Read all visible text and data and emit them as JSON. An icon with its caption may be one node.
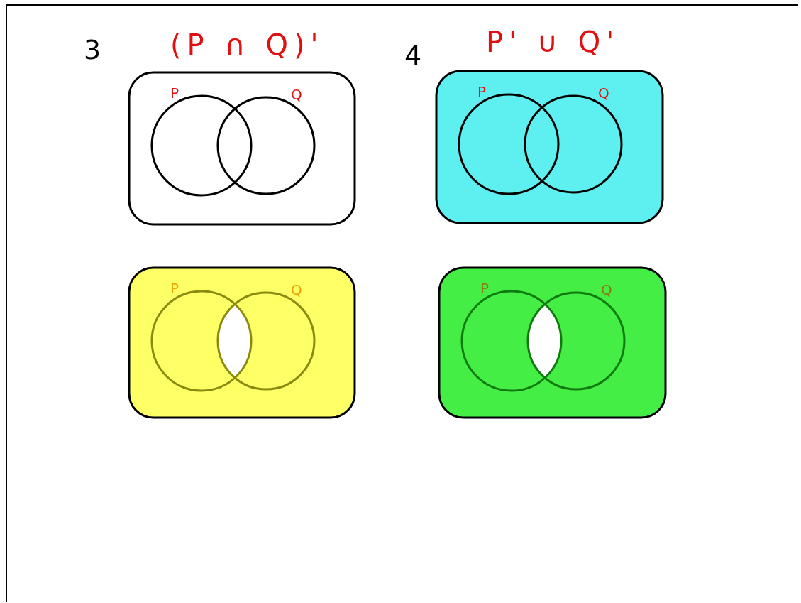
{
  "diagram": {
    "nodes": [
      {
        "text": [],
        "shape": "box"
      },
      {
        "text": [
          "P"
        ],
        "in": 0
      },
      {
        "text": [
          "Q"
        ],
        "in": 0
      },
      {
        "text": [],
        "shape": "box"
      },
      {
        "text": [
          "P"
        ],
        "in": 3
      },
      {
        "text": [
          "Q"
        ],
        "in": 3
      },
      {
        "text": [],
        "shape": "box"
      },
      {
        "text": [
          "P"
        ],
        "in": 6
      },
      {
        "text": [
          "Q"
        ],
        "in": 6
      },
      {
        "text": [],
        "shape": "box"
      },
      {
        "text": [
          "P"
        ],
        "in": 9
      },
      {
        "text": [
          "Q"
        ],
        "in": 9
      }
    ],
    "edges": [],
    "labels": [
      "3",
      "(P ∩ Q)'",
      "4",
      "P' ∪ Q'"
    ]
  }
}
